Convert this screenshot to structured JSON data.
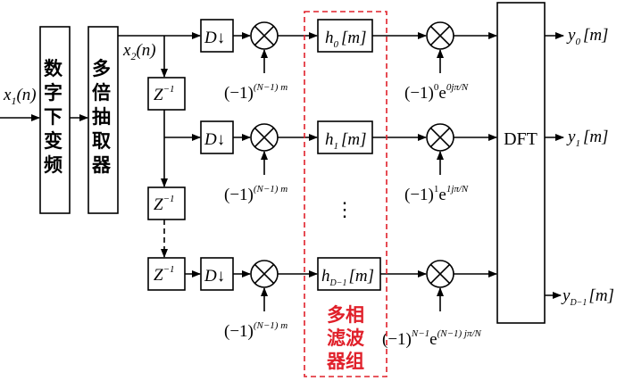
{
  "blocks": {
    "ddc": "数字下变频",
    "multirate": "多倍抽取器",
    "dft": "DFT",
    "polyphase_label": "多相滤波器组",
    "delay_base": "Z",
    "delay_exp": "−1",
    "decimator": "D↓",
    "ellipsis": "⋮"
  },
  "signals": {
    "input": {
      "var": "x",
      "sub": "1",
      "arg": "(n)"
    },
    "intermediate": {
      "var": "x",
      "sub": "2",
      "arg": "(n)"
    }
  },
  "branches": [
    {
      "filter": {
        "var": "h",
        "sub": "0",
        "arg": "[m]"
      },
      "pre_mod": {
        "base": "(−1)",
        "exp": "(N−1) m"
      },
      "post_mod": {
        "base": "(−1)",
        "exp1": "0",
        "e": "e",
        "exp2": "0jπ/N"
      },
      "output": {
        "var": "y",
        "sub": "0",
        "arg": "[m]"
      }
    },
    {
      "filter": {
        "var": "h",
        "sub": "1",
        "arg": "[m]"
      },
      "pre_mod": {
        "base": "(−1)",
        "exp": "(N−1) m"
      },
      "post_mod": {
        "base": "(−1)",
        "exp1": "1",
        "e": "e",
        "exp2": "1jπ/N"
      },
      "output": {
        "var": "y",
        "sub": "1",
        "arg": "[m]"
      }
    },
    {
      "filter": {
        "var": "h",
        "sub": "D−1",
        "arg": "[m]"
      },
      "pre_mod": {
        "base": "(−1)",
        "exp": "(N−1) m"
      },
      "post_mod": {
        "base": "(−1)",
        "exp1": "N−1",
        "e": "e",
        "exp2": "(N−1) jπ/N"
      },
      "output": {
        "var": "y",
        "sub": "D−1",
        "arg": "[m]"
      }
    }
  ],
  "colors": {
    "line": "#000000",
    "highlight": "#e0202a"
  },
  "icons": [
    "multiplier-icon",
    "arrow-icon"
  ]
}
